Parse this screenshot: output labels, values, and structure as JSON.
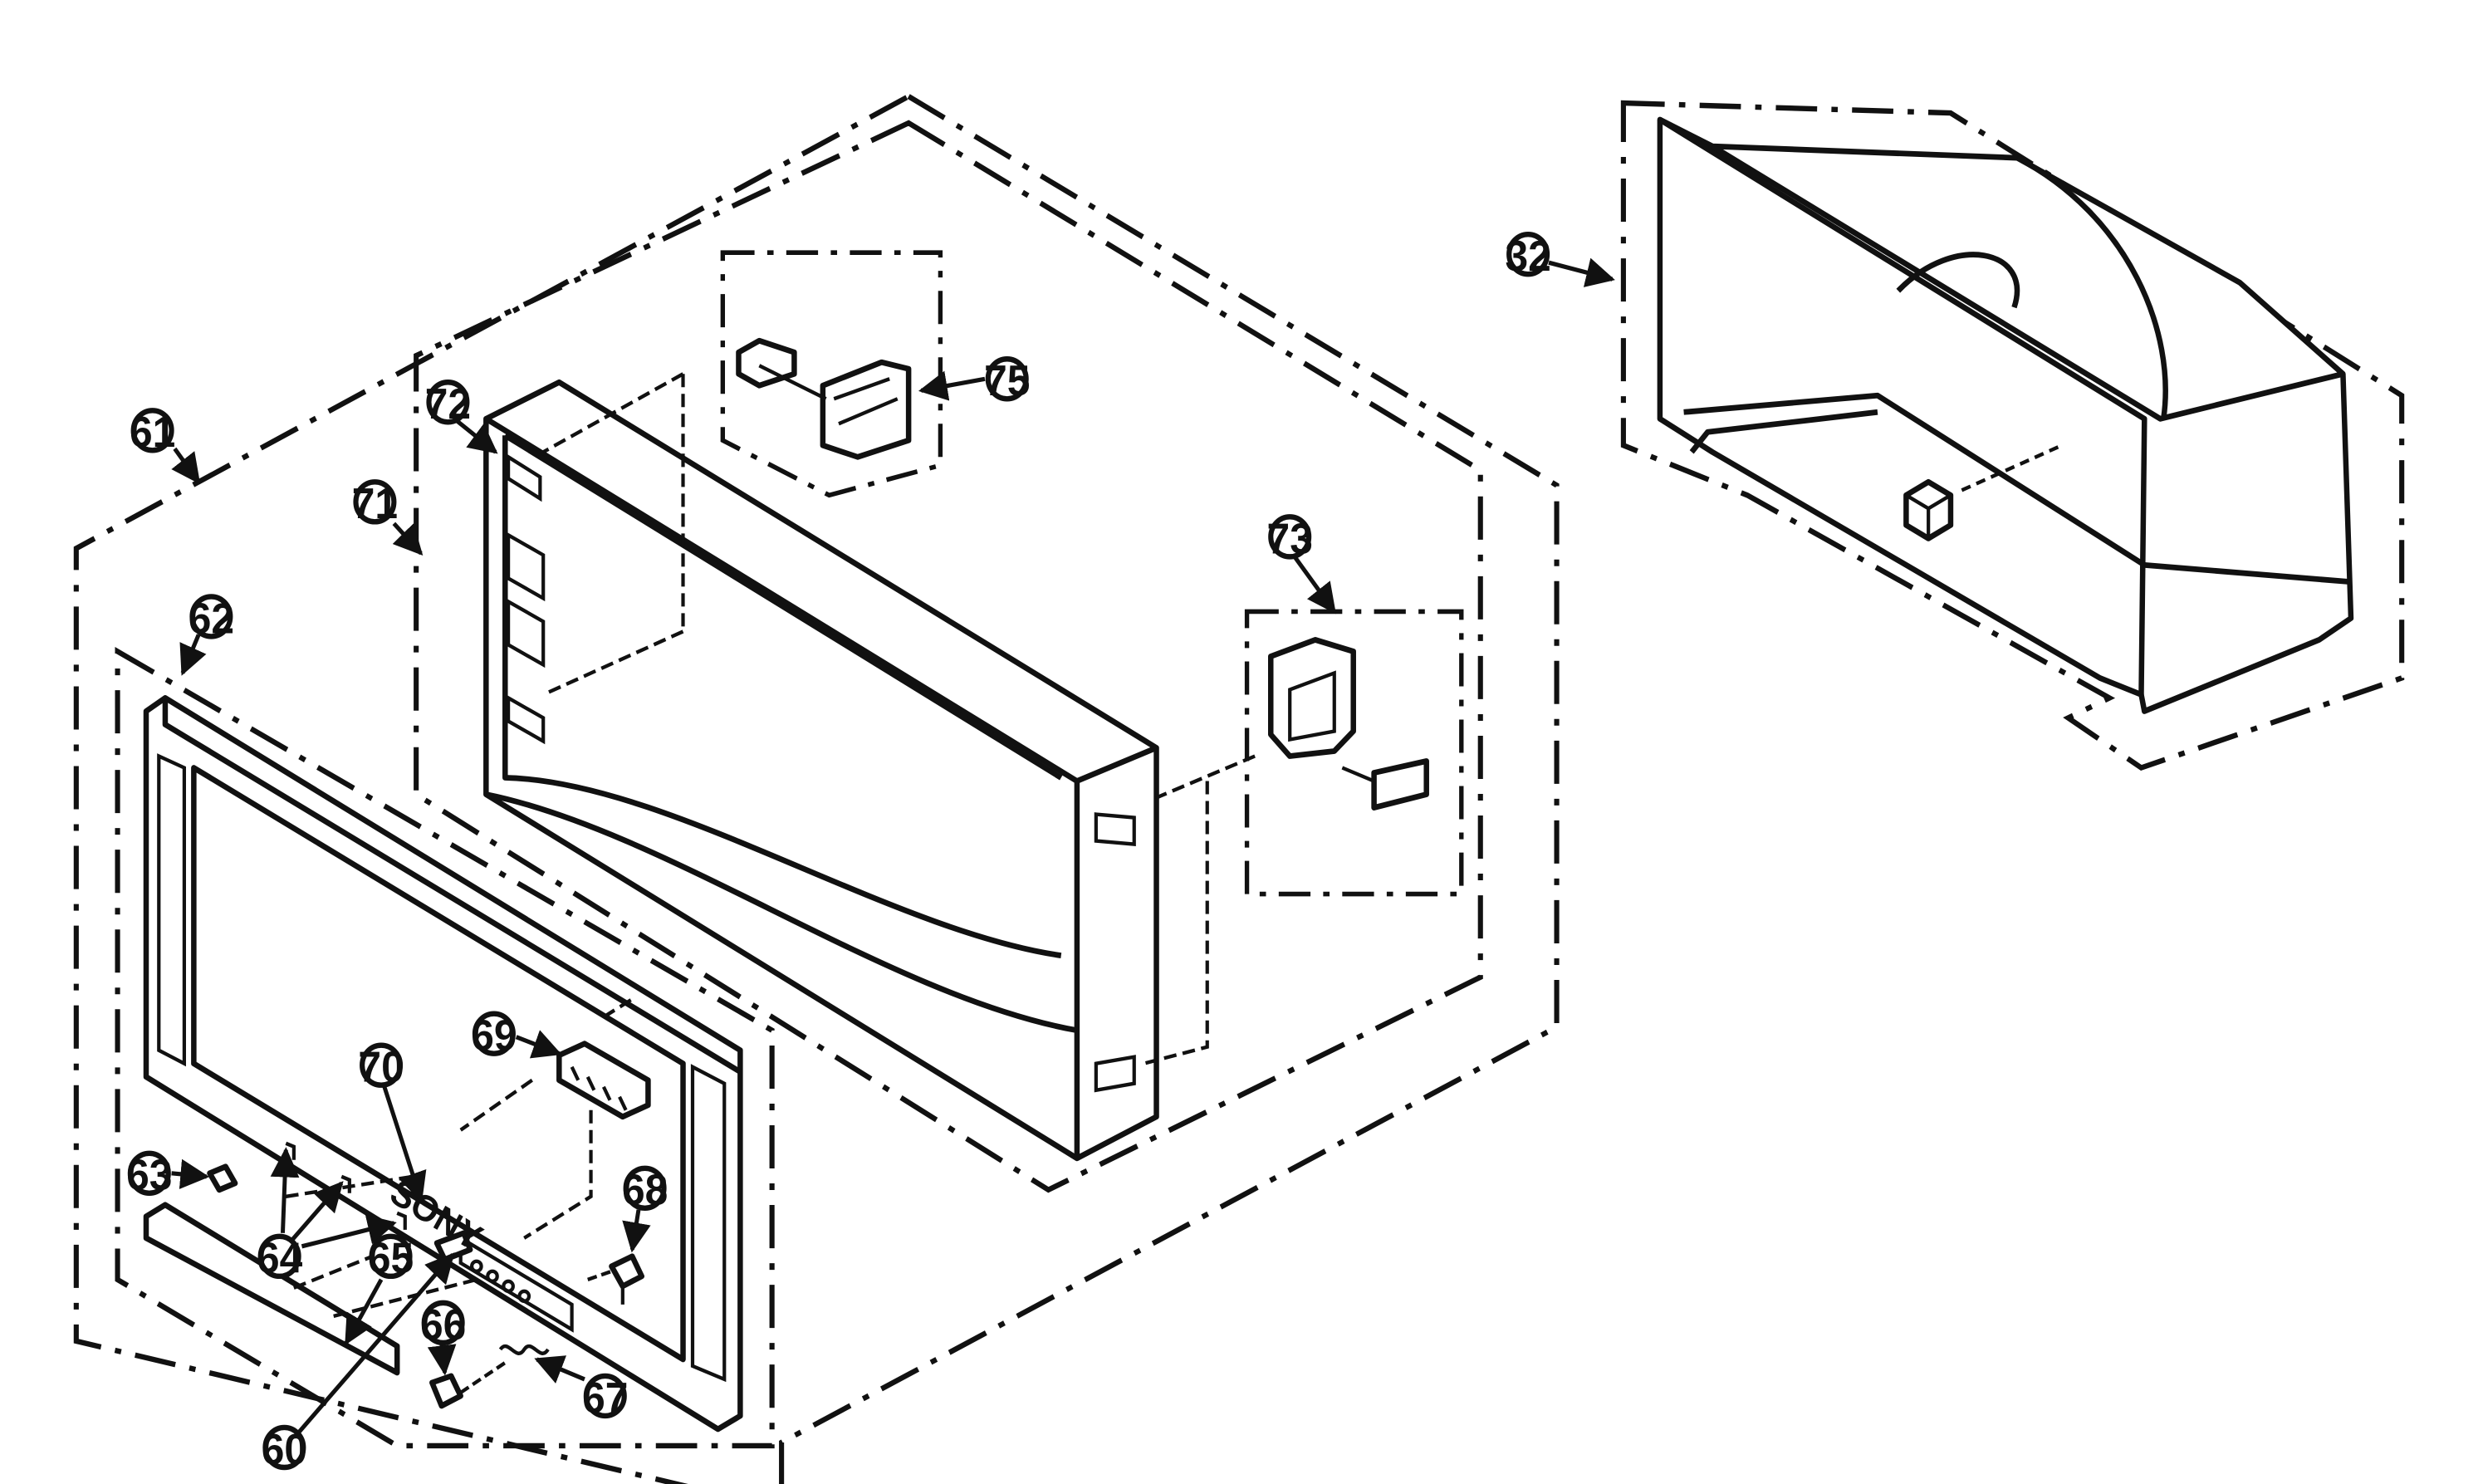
{
  "brand": "SONY",
  "callouts": [
    {
      "id": "c32",
      "text": "32"
    },
    {
      "id": "c60",
      "text": "60"
    },
    {
      "id": "c61",
      "text": "61"
    },
    {
      "id": "c62",
      "text": "62"
    },
    {
      "id": "c63",
      "text": "63"
    },
    {
      "id": "c64",
      "text": "64"
    },
    {
      "id": "c65",
      "text": "65"
    },
    {
      "id": "c66",
      "text": "66"
    },
    {
      "id": "c67",
      "text": "67"
    },
    {
      "id": "c68",
      "text": "68"
    },
    {
      "id": "c69",
      "text": "69"
    },
    {
      "id": "c70",
      "text": "70"
    },
    {
      "id": "c71",
      "text": "71"
    },
    {
      "id": "c72",
      "text": "72"
    },
    {
      "id": "c73",
      "text": "73"
    },
    {
      "id": "c75",
      "text": "75"
    }
  ]
}
